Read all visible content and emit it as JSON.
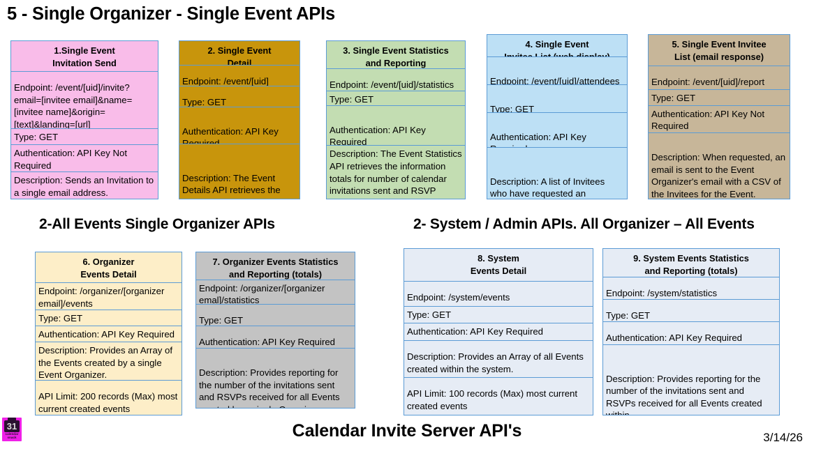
{
  "slide": {
    "title": "5 - Single Organizer - Single Event APIs",
    "footer_title": "Calendar Invite Server API's",
    "footer_date": "3/14/26"
  },
  "logo": {
    "day_number": "31",
    "word_line_1": "calendar",
    "word_line_2": "snack"
  },
  "sections": [
    {
      "id": "left",
      "heading": "2-All Events Single Organizer APIs"
    },
    {
      "id": "right",
      "heading": "2- System / Admin APIs. All Organizer – All Events"
    }
  ],
  "cards": [
    {
      "number": "1",
      "color": "#f9bce9",
      "title_line_1": "1.Single Event",
      "title_line_2": "Invitation Send",
      "endpoint": "Endpoint: /event/[uid]/invite?email=[invitee email]&name=[invitee name]&origin=[text]&landing=[url]",
      "type": "Type: GET",
      "authentication": "Authentication: API Key Not Required",
      "description": "Description: Sends an Invitation to a single email address."
    },
    {
      "number": "2",
      "color": "#c8950c",
      "title_line_1": "2. Single Event",
      "title_line_2": "Detail",
      "endpoint": "Endpoint: /event/[uid]",
      "type": "Type: GET",
      "authentication": "Authentication: API Key Required",
      "description": "Description: The Event Details API retrieves the event's details."
    },
    {
      "number": "3",
      "color": "#c3ddb2",
      "title_line_1": "3. Single Event Statistics",
      "title_line_2": "and Reporting",
      "endpoint": "Endpoint: /event/[uid]/statistics",
      "type": "Type: GET",
      "authentication": "Authentication: API Key Required",
      "description": "Description: The Event Statistics API retrieves the information totals for number of calendar invitations sent and RSVP received."
    },
    {
      "number": "4",
      "color": "#bde0f5",
      "title_line_1": "4. Single Event",
      "title_line_2": "Invitee List (web display)",
      "endpoint": "Endpoint: /event/[uid]/attendees",
      "type": "Type: GET",
      "authentication": "Authentication: API Key Required",
      "description": "Description: A list of Invitees who have requested an invitation."
    },
    {
      "number": "5",
      "color": "#c7b699",
      "title_line_1": "5. Single Event Invitee",
      "title_line_2": "List (email response)",
      "endpoint": "Endpoint: /event/[uid]/report",
      "type": "Type: GET",
      "authentication": "Authentication: API Key Not Required",
      "description": "Description: When requested, an email is sent to the Event Organizer's email with a CSV of the Invitees for the Event."
    },
    {
      "number": "6",
      "color": "#fdeec8",
      "title_line_1": "6. Organizer",
      "title_line_2": "Events Detail",
      "endpoint": "Endpoint: /organizer/[organizer email]/events",
      "type": "Type: GET",
      "authentication": "Authentication: API Key Required",
      "description": "Description: Provides an Array of the Events created by a single Event Organizer.",
      "api_limit": "API Limit: 200 records (Max) most current created events"
    },
    {
      "number": "7",
      "color": "#c3c3c3",
      "title_line_1": "7. Organizer Events Statistics",
      "title_line_2": "and Reporting (totals)",
      "endpoint": "Endpoint: /organizer/[organizer emal]/statistics",
      "type": "Type: GET",
      "authentication": "Authentication: API Key Required",
      "description": "Description: Provides reporting for the number of the invitations sent and RSVPs received for all Events created by a single Organizer."
    },
    {
      "number": "8",
      "color": "#e6ecf5",
      "title_line_1": "8. System",
      "title_line_2": "Events Detail",
      "endpoint": "Endpoint: /system/events",
      "type": "Type: GET",
      "authentication": "Authentication: API Key Required",
      "description": "Description: Provides an Array of all Events created within the system.",
      "api_limit": "API Limit: 100 records (Max) most current created events"
    },
    {
      "number": "9",
      "color": "#e6ecf5",
      "title_line_1": "9. System Events Statistics",
      "title_line_2": "and Reporting (totals)",
      "endpoint": "Endpoint: /system/statistics",
      "type": "Type: GET",
      "authentication": "Authentication: API Key Required",
      "description": "Description: Provides reporting for the number of the invitations sent and RSVPs received for all Events created within"
    }
  ]
}
